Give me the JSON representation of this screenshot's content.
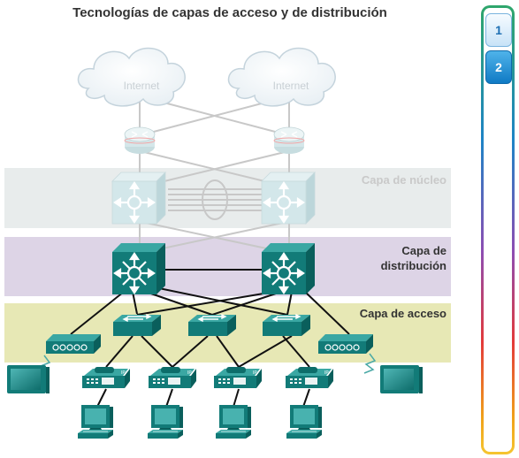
{
  "title": "Tecnologías de capas de acceso y de distribución",
  "layers": {
    "core": {
      "label": "Capa de núcleo",
      "color": "#e8ecec"
    },
    "distribution": {
      "label": "Capa de\ndistribución",
      "color": "#ddd4e6"
    },
    "access": {
      "label": "Capa de acceso",
      "color": "#e7e8b5"
    }
  },
  "clouds": [
    {
      "label": "Internet",
      "icon": "cloud-icon"
    },
    {
      "label": "Internet",
      "icon": "cloud-icon"
    }
  ],
  "tabs": [
    {
      "label": "1",
      "state": "inactive"
    },
    {
      "label": "2",
      "state": "active"
    }
  ],
  "colors": {
    "device_teal": "#0f7c79",
    "device_faded": "#cfe4e8",
    "link_black": "#111111",
    "link_faded": "#c8c8c8"
  }
}
